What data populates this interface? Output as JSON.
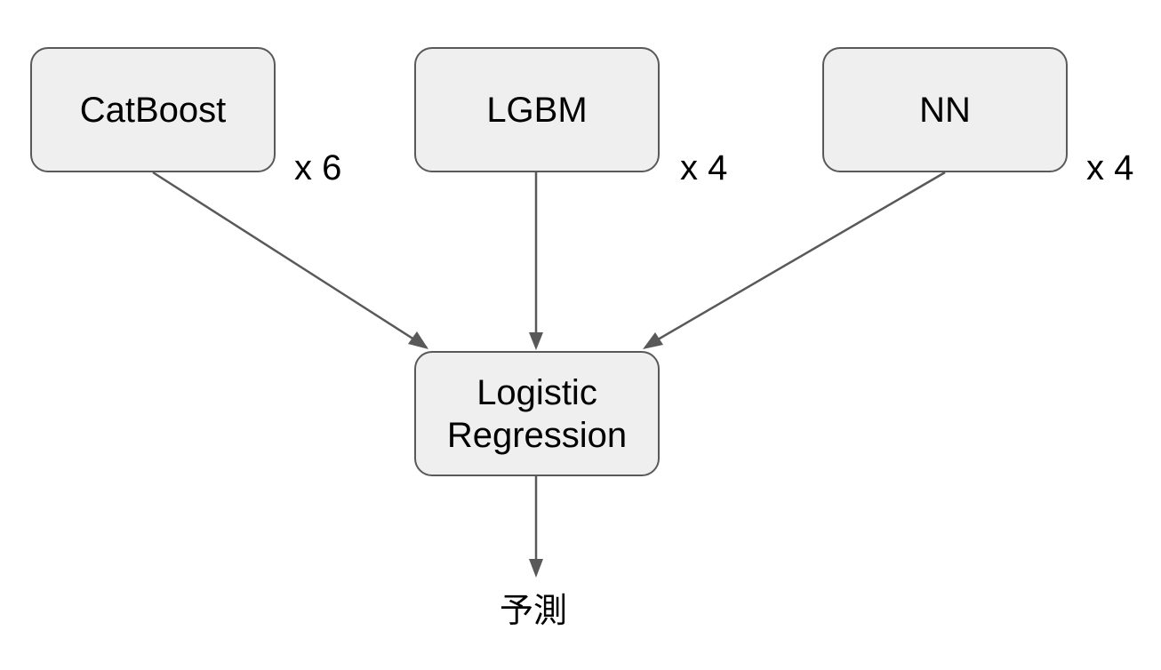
{
  "nodes": {
    "catboost": {
      "label": "CatBoost",
      "multiplier": "x 6"
    },
    "lgbm": {
      "label": "LGBM",
      "multiplier": "x 4"
    },
    "nn": {
      "label": "NN",
      "multiplier": "x 4"
    },
    "logistic_regression": {
      "line1": "Logistic",
      "line2": "Regression"
    }
  },
  "output": {
    "label": "予測"
  },
  "colors": {
    "node_fill": "#efefef",
    "node_border": "#595959",
    "arrow": "#595959",
    "text": "#000000"
  },
  "edges": [
    {
      "from": "CatBoost",
      "to": "Logistic Regression"
    },
    {
      "from": "LGBM",
      "to": "Logistic Regression"
    },
    {
      "from": "NN",
      "to": "Logistic Regression"
    },
    {
      "from": "Logistic Regression",
      "to": "予測"
    }
  ]
}
